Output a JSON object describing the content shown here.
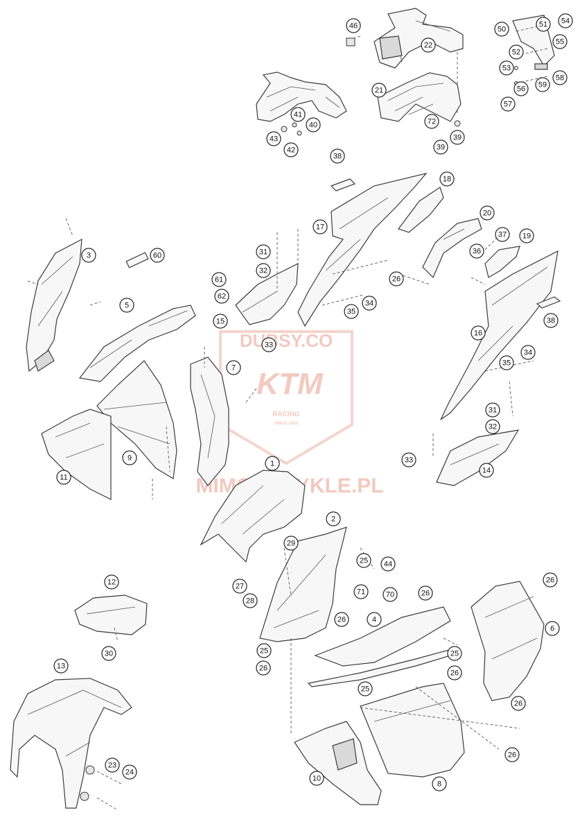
{
  "watermark": {
    "top_text": "DUBSY.CO",
    "brand_text": "KTM",
    "racing_text": "RACING",
    "since_text": "SINCE 1953",
    "url_text": "MIMOTOCYKLE.PL",
    "color": "#e8a08e"
  },
  "callouts": [
    {
      "id": "c46",
      "label": "46"
    },
    {
      "id": "c22",
      "label": "22"
    },
    {
      "id": "c21",
      "label": "21"
    },
    {
      "id": "c72",
      "label": "72"
    },
    {
      "id": "c39a",
      "label": "39"
    },
    {
      "id": "c39b",
      "label": "39"
    },
    {
      "id": "c41",
      "label": "41"
    },
    {
      "id": "c40",
      "label": "40"
    },
    {
      "id": "c43",
      "label": "43"
    },
    {
      "id": "c42",
      "label": "42"
    },
    {
      "id": "c50",
      "label": "50"
    },
    {
      "id": "c51",
      "label": "51"
    },
    {
      "id": "c54",
      "label": "54"
    },
    {
      "id": "c55",
      "label": "55"
    },
    {
      "id": "c52",
      "label": "52"
    },
    {
      "id": "c53",
      "label": "53"
    },
    {
      "id": "c58",
      "label": "58"
    },
    {
      "id": "c59",
      "label": "59"
    },
    {
      "id": "c56",
      "label": "56"
    },
    {
      "id": "c57",
      "label": "57"
    },
    {
      "id": "c38a",
      "label": "38"
    },
    {
      "id": "c18",
      "label": "18"
    },
    {
      "id": "c20",
      "label": "20"
    },
    {
      "id": "c17",
      "label": "17"
    },
    {
      "id": "c37",
      "label": "37"
    },
    {
      "id": "c19",
      "label": "19"
    },
    {
      "id": "c36",
      "label": "36"
    },
    {
      "id": "c26a",
      "label": "26"
    },
    {
      "id": "c38b",
      "label": "38"
    },
    {
      "id": "c3",
      "label": "3"
    },
    {
      "id": "c60",
      "label": "60"
    },
    {
      "id": "c31a",
      "label": "31"
    },
    {
      "id": "c32a",
      "label": "32"
    },
    {
      "id": "c61",
      "label": "61"
    },
    {
      "id": "c62",
      "label": "62"
    },
    {
      "id": "c34a",
      "label": "34"
    },
    {
      "id": "c35a",
      "label": "35"
    },
    {
      "id": "c5",
      "label": "5"
    },
    {
      "id": "c15",
      "label": "15"
    },
    {
      "id": "c33a",
      "label": "33"
    },
    {
      "id": "c16",
      "label": "16"
    },
    {
      "id": "c34b",
      "label": "34"
    },
    {
      "id": "c35b",
      "label": "35"
    },
    {
      "id": "c7",
      "label": "7"
    },
    {
      "id": "c31b",
      "label": "31"
    },
    {
      "id": "c32b",
      "label": "32"
    },
    {
      "id": "c9",
      "label": "9"
    },
    {
      "id": "c11",
      "label": "11"
    },
    {
      "id": "c33b",
      "label": "33"
    },
    {
      "id": "c14",
      "label": "14"
    },
    {
      "id": "c1",
      "label": "1"
    },
    {
      "id": "c2",
      "label": "2"
    },
    {
      "id": "c29",
      "label": "29"
    },
    {
      "id": "c25a",
      "label": "25"
    },
    {
      "id": "c44",
      "label": "44"
    },
    {
      "id": "c27",
      "label": "27"
    },
    {
      "id": "c28",
      "label": "28"
    },
    {
      "id": "c71",
      "label": "71"
    },
    {
      "id": "c70",
      "label": "70"
    },
    {
      "id": "c26b",
      "label": "26"
    },
    {
      "id": "c26c",
      "label": "26"
    },
    {
      "id": "c12",
      "label": "12"
    },
    {
      "id": "c26d",
      "label": "26"
    },
    {
      "id": "c4",
      "label": "4"
    },
    {
      "id": "c6",
      "label": "6"
    },
    {
      "id": "c30",
      "label": "30"
    },
    {
      "id": "c25b",
      "label": "25"
    },
    {
      "id": "c25c",
      "label": "25"
    },
    {
      "id": "c26e",
      "label": "26"
    },
    {
      "id": "c26f",
      "label": "26"
    },
    {
      "id": "c13",
      "label": "13"
    },
    {
      "id": "c25d",
      "label": "25"
    },
    {
      "id": "c26g",
      "label": "26"
    },
    {
      "id": "c26h",
      "label": "26"
    },
    {
      "id": "c23",
      "label": "23"
    },
    {
      "id": "c24",
      "label": "24"
    },
    {
      "id": "c10",
      "label": "10"
    },
    {
      "id": "c8",
      "label": "8"
    }
  ]
}
